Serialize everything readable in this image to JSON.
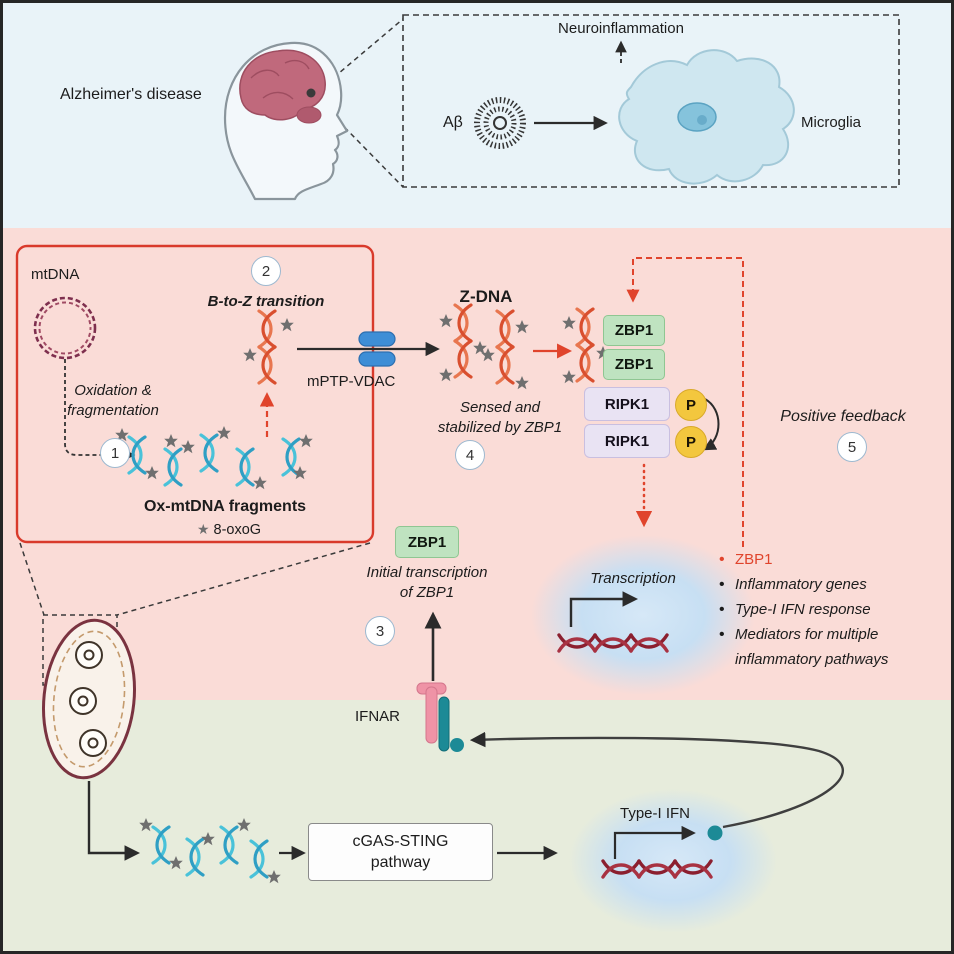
{
  "palette": {
    "top_bg": "#e9f3f8",
    "middle_bg": "#fadcd7",
    "bottom_bg": "#e7ecdc",
    "accent_red": "#d93a2b",
    "zbp1_green": "#bfe3c0",
    "ripk1_lavender": "#e9e3f3",
    "phospho_yellow": "#f3c73e",
    "ifn_teal": "#1c8a96",
    "dna_orange": "#d94f2f",
    "dna_cyan": "#2f9fc4",
    "nuclear_dna_red": "#8b1f2f"
  },
  "icons": {
    "bullet": "•",
    "star": "★"
  },
  "top": {
    "alzheimers_label": "Alzheimer's disease",
    "neuroinflammation_label": "Neuroinflammation",
    "abeta_label": "Aβ",
    "microglia_label": "Microglia"
  },
  "middle": {
    "mtdna_label": "mtDNA",
    "oxidation_line1": "Oxidation &",
    "oxidation_line2": "fragmentation",
    "step1": "1",
    "b_to_z_label": "B-to-Z transition",
    "step2": "2",
    "ox_mtdna_label": "Ox-mtDNA fragments",
    "oxog_label": "8-oxoG",
    "mptp_vdac_label": "mPTP-VDAC",
    "zdna_label": "Z-DNA",
    "sensed_line1": "Sensed and",
    "sensed_line2": "stabilized by ZBP1",
    "step4": "4",
    "zbp1_label": "ZBP1",
    "ripk1_label": "RIPK1",
    "phospho_label": "P",
    "positive_feedback_label": "Positive feedback",
    "step5": "5",
    "initial_line1": "Initial transcription",
    "initial_line2": "of ZBP1",
    "step3": "3",
    "transcription_label": "Transcription",
    "ifnar_label": "IFNAR",
    "bullets": [
      {
        "label": "ZBP1"
      },
      {
        "label": "Inflammatory genes"
      },
      {
        "label": "Type-I IFN response"
      },
      {
        "label": "Mediators for multiple inflammatory pathways"
      }
    ]
  },
  "bottom": {
    "cgas_sting_label": "cGAS-STING pathway",
    "type1_ifn_label": "Type-I IFN"
  }
}
